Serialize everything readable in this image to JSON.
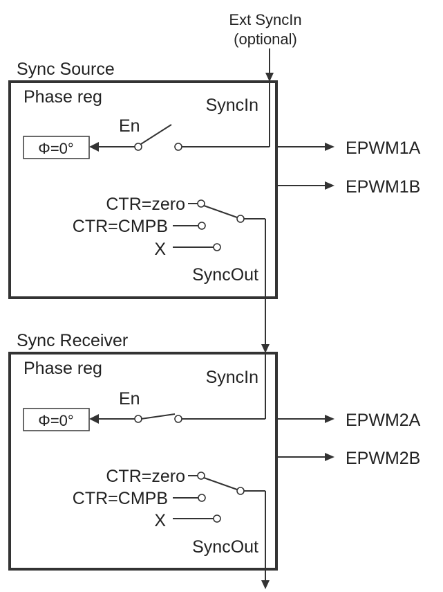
{
  "ext_syncin": {
    "line1": "Ext SyncIn",
    "line2": "(optional)"
  },
  "modules": [
    {
      "title": "Sync Source",
      "phase_reg": "Phase reg",
      "syncin": "SyncIn",
      "en": "En",
      "phase_value": "Φ=0°",
      "ctr_zero": "CTR=zero",
      "ctr_cmpb": "CTR=CMPB",
      "x": "X",
      "syncout": "SyncOut",
      "out_a": "EPWM1A",
      "out_b": "EPWM1B"
    },
    {
      "title": "Sync Receiver",
      "phase_reg": "Phase reg",
      "syncin": "SyncIn",
      "en": "En",
      "phase_value": "Φ=0°",
      "ctr_zero": "CTR=zero",
      "ctr_cmpb": "CTR=CMPB",
      "x": "X",
      "syncout": "SyncOut",
      "out_a": "EPWM2A",
      "out_b": "EPWM2B"
    }
  ]
}
